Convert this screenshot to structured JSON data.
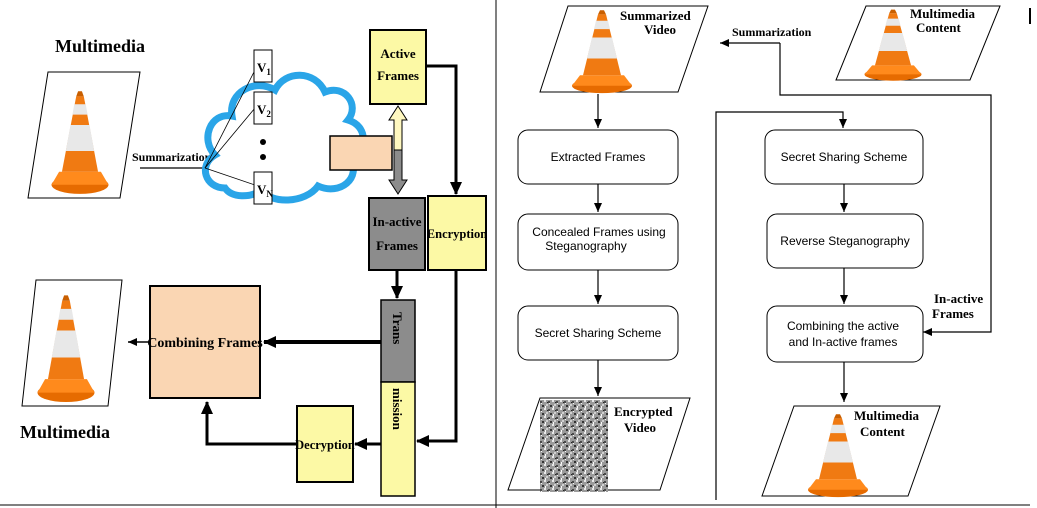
{
  "left_panel": {
    "multimedia_top": "Multimedia",
    "multimedia_bottom": "Multimedia",
    "summarization": "Summarization",
    "v1": "V",
    "v1_sub": "1",
    "v2": "V",
    "v2_sub": "2",
    "vn": "V",
    "vn_sub": "N",
    "active_frames": [
      "Active",
      "Frames"
    ],
    "inactive_frames": [
      "In-active",
      "Frames"
    ],
    "encryption": "Encryption",
    "transmission_top": "Trans",
    "transmission_bottom": "mission",
    "combining_frames": "Combining Frames",
    "decryption": "Decryption"
  },
  "right_panel": {
    "summarized_video": [
      "Summarized",
      "Video"
    ],
    "summarization": "Summarization",
    "multimedia_content_top": [
      "Multimedia",
      "Content"
    ],
    "extracted_frames": "Extracted Frames",
    "concealed_frames": [
      "Concealed Frames using",
      "Steganography"
    ],
    "secret_sharing_left": "Secret Sharing Scheme",
    "encrypted_video": [
      "Encrypted",
      "Video"
    ],
    "secret_sharing_right": "Secret Sharing Scheme",
    "reverse_steganography": "Reverse Steganography",
    "combining_active_inactive": [
      "Combining the active",
      "and In-active frames"
    ],
    "inactive_frames_label": [
      "In-active",
      "Frames"
    ],
    "multimedia_content_bottom": [
      "Multimedia",
      "Content"
    ]
  },
  "colors": {
    "cone_orange": "#f07a12",
    "active_yellow": "#fcf9a5",
    "inactive_gray": "#8c8c8c",
    "combining_peach": "#fad6b3",
    "cloud_blue": "#2aa5e8"
  }
}
